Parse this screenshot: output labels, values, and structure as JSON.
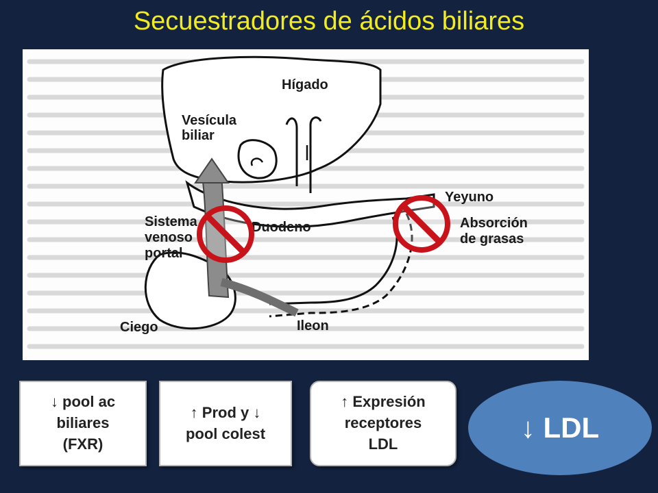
{
  "slide": {
    "title": "Secuestradores de ácidos biliares"
  },
  "diagram": {
    "labels": {
      "higado": "Hígado",
      "vesicula_1": "Vesícula",
      "vesicula_2": "biliar",
      "yeyuno": "Yeyuno",
      "absorcion_1": "Absorción",
      "absorcion_2": "de grasas",
      "sistema_1": "Sistema",
      "sistema_2": "venoso",
      "sistema_3": "portal",
      "duodeno": "Duodeno",
      "ciego": "Ciego",
      "ileon": "Ileon"
    },
    "colors": {
      "prohibition_red": "#e0161c",
      "prohibition_ring": "#c8131a"
    }
  },
  "effects": {
    "box1": {
      "line1": "↓ pool ac",
      "line2": "biliares",
      "line3": "(FXR)"
    },
    "box2": {
      "line1": "↑ Prod y ↓",
      "line2": "pool colest"
    },
    "box3": {
      "line1": "↑ Expresión",
      "line2": "receptores",
      "line3": "LDL"
    },
    "result": {
      "label": "↓ LDL"
    }
  },
  "colors": {
    "title": "#f2ec1f",
    "background": "#13223f",
    "result_fill": "#4f81bd"
  }
}
